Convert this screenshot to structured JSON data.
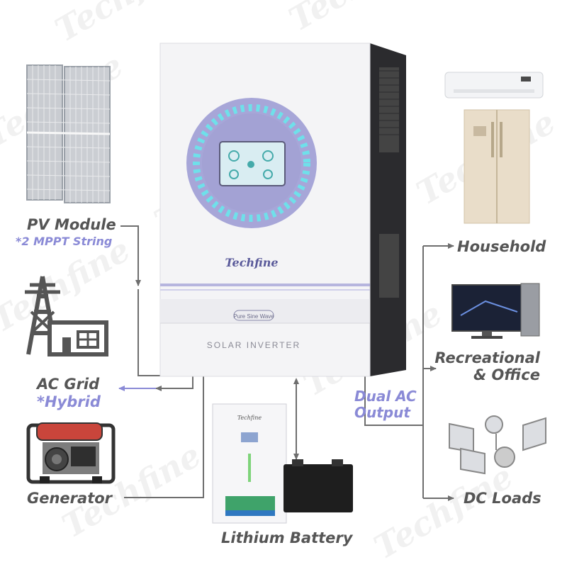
{
  "watermark": "Techfine",
  "inverter": {
    "brand": "Techfine",
    "badge": "Pure Sine Wave",
    "model": "SOLAR INVERTER"
  },
  "inputs": {
    "pv": {
      "label": "PV Module",
      "note": "*2 MPPT String"
    },
    "grid": {
      "label": "AC Grid",
      "note": "*Hybrid"
    },
    "generator": {
      "label": "Generator"
    }
  },
  "battery": {
    "label": "Lithium Battery",
    "brand": "Techfine"
  },
  "outputs": {
    "title_line1": "Dual AC",
    "title_line2": "Output",
    "household": "Household",
    "recreational_line1": "Recreational",
    "recreational_line2": "& Office",
    "dc_loads": "DC Loads"
  },
  "colors": {
    "accent": "#8a8ad6",
    "text": "#555555",
    "connector": "#6e6e6e",
    "inverter_body": "#f4f4f6",
    "inverter_side": "#2b2b2e",
    "display_ring": "#a7a6d8",
    "display_glow": "#5fd9e4"
  }
}
